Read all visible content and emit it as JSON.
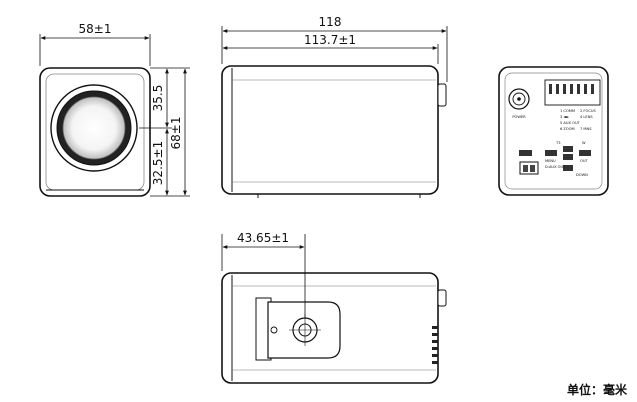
{
  "front_view": {
    "width_label": "58±1",
    "top_height_label": "35.5",
    "bottom_height_label": "32.5±1",
    "total_height_label": "68±1"
  },
  "side_view": {
    "overall_length_label": "118",
    "body_length_label": "113.7±1"
  },
  "bottom_view": {
    "mount_offset_label": "43.65±1"
  },
  "rear_panel": {
    "labels": [
      "POWER",
      "1 COMM",
      "2 FOCUS",
      "3 ◄►",
      "4 LENS",
      "5 AUX OUT",
      "6 ZOOM",
      "7 MNS",
      "T3",
      "W",
      "MENU",
      "OUT",
      "D:AUX OUT",
      "DOWN"
    ]
  },
  "unit_note": "单位：毫米"
}
